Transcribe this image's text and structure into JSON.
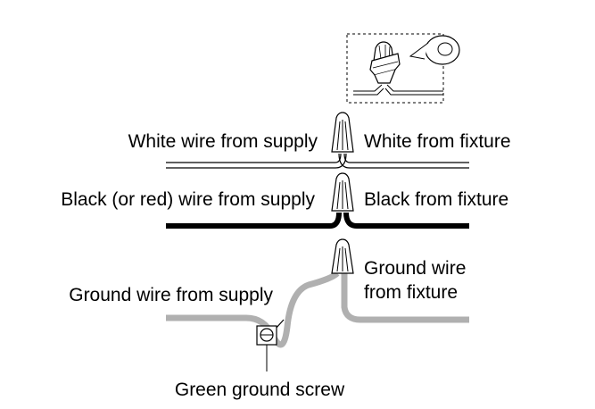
{
  "labels": {
    "white_supply": "White wire from supply",
    "white_fixture": "White from fixture",
    "black_supply": "Black (or red) wire from supply",
    "black_fixture": "Black from fixture",
    "ground_fixture_line1": "Ground wire",
    "ground_fixture_line2": "from fixture",
    "ground_supply": "Ground wire from supply",
    "ground_screw": "Green ground screw"
  },
  "colors": {
    "white_wire_outline": "#000000",
    "black_wire": "#000000",
    "ground_wire": "#b0b0b0",
    "wire_nut_fill": "#ffffff",
    "wire_nut_stroke": "#000000"
  },
  "icons": {
    "inset": "wire-nut-and-electrical-tape-icon",
    "wire_nut": "wire-nut-icon",
    "ground_screw": "ground-screw-icon"
  }
}
